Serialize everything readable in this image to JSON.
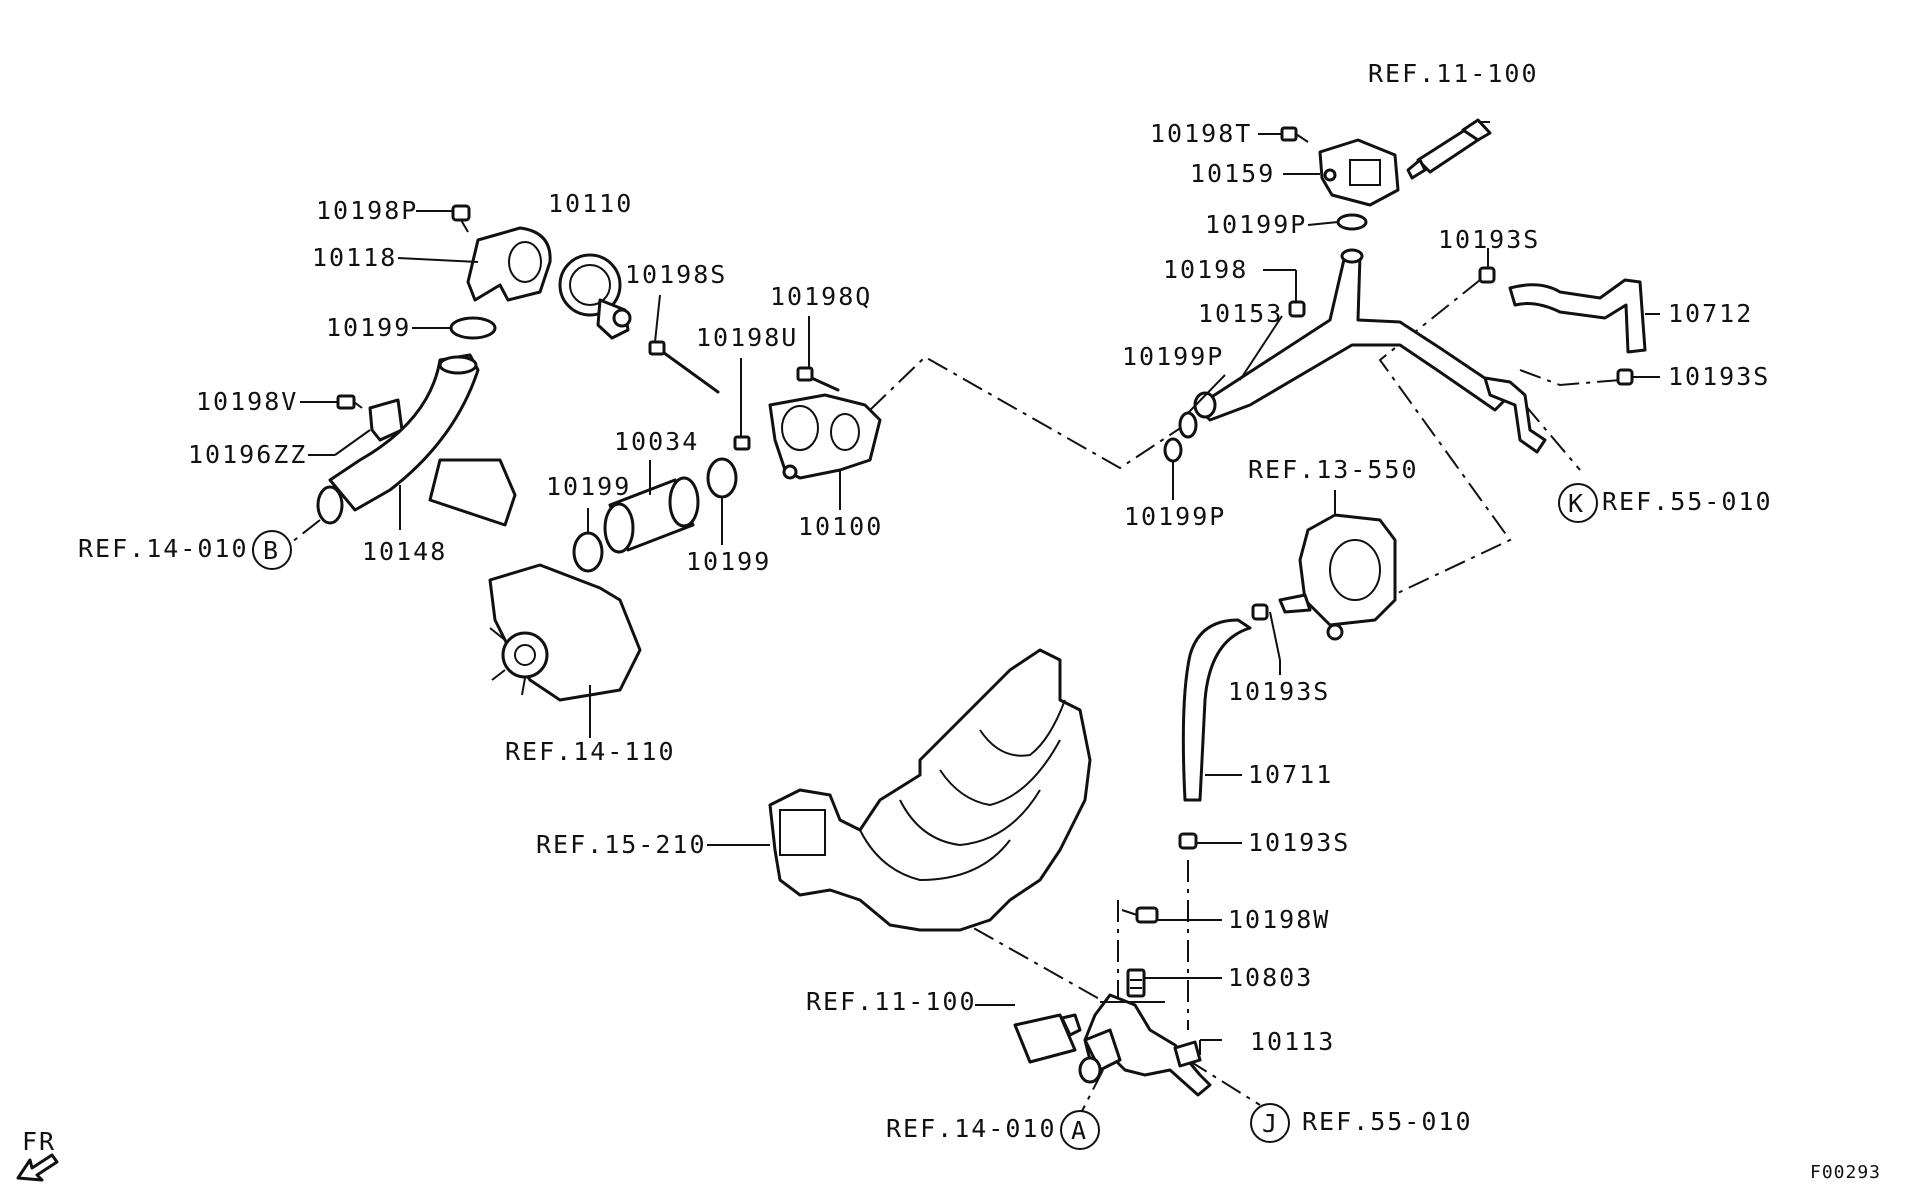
{
  "parts": {
    "p10198P_top": "10198P",
    "p10118": "10118",
    "p10199_a": "10199",
    "p10110": "10110",
    "p10198S": "10198S",
    "p10198Q": "10198Q",
    "p10198U": "10198U",
    "p10198V": "10198V",
    "p10196ZZ": "10196ZZ",
    "p10148": "10148",
    "p10034": "10034",
    "p10199_b": "10199",
    "p10199_c": "10199",
    "p10100": "10100",
    "p10198T": "10198T",
    "p10159": "10159",
    "p10199P_a": "10199P",
    "p10198": "10198",
    "p10153": "10153",
    "p10199P_b": "10199P",
    "p10199P_c": "10199P",
    "p10193S_a": "10193S",
    "p10712": "10712",
    "p10193S_b": "10193S",
    "p10193S_c": "10193S",
    "p10711": "10711",
    "p10193S_d": "10193S",
    "p10198W": "10198W",
    "p10803": "10803",
    "p10113": "10113"
  },
  "refs": {
    "r11_100_top": "REF.11-100",
    "r13_550": "REF.13-550",
    "r55_010_k": "REF.55-010",
    "r14_010_b": "REF.14-010",
    "r14_110": "REF.14-110",
    "r15_210": "REF.15-210",
    "r11_100_bottom": "REF.11-100",
    "r14_010_a": "REF.14-010",
    "r55_010_j": "REF.55-010"
  },
  "markers": {
    "a": "A",
    "b": "B",
    "j": "J",
    "k": "K"
  },
  "orientation_label": "FR",
  "figure_code": "F00293"
}
